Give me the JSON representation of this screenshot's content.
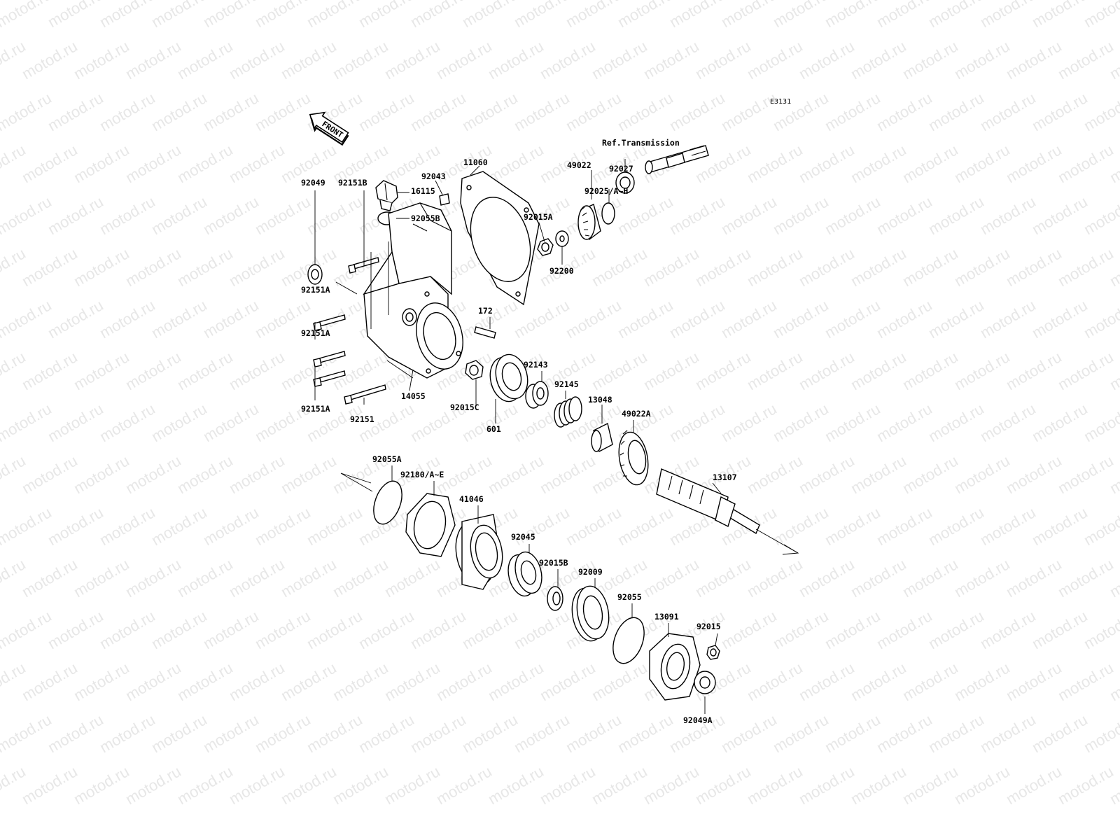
{
  "watermark": "motod.ru",
  "diagram_code": "E3131",
  "front_label": "FRONT",
  "reference_label": "Ref.Transmission",
  "part_labels": {
    "p16115": "16115",
    "p92055B": "92055B",
    "p11060": "11060",
    "p92043": "92043",
    "p92015A": "92015A",
    "p49022": "49022",
    "p92027": "92027",
    "p92025": "92025/A~H",
    "p92200": "92200",
    "p92049": "92049",
    "p92151B": "92151B",
    "p92151A_1": "92151A",
    "p92151A_2": "92151A",
    "p92151A_3": "92151A",
    "p92151": "92151",
    "p172": "172",
    "p14055": "14055",
    "p92015C": "92015C",
    "p601": "601",
    "p92143": "92143",
    "p92145": "92145",
    "p13048": "13048",
    "p49022A": "49022A",
    "p13107": "13107",
    "p92055A": "92055A",
    "p92180": "92180/A~E",
    "p41046": "41046",
    "p92045": "92045",
    "p92015B": "92015B",
    "p92009": "92009",
    "p92055": "92055",
    "p13091": "13091",
    "p92015": "92015",
    "p92049A": "92049A"
  }
}
